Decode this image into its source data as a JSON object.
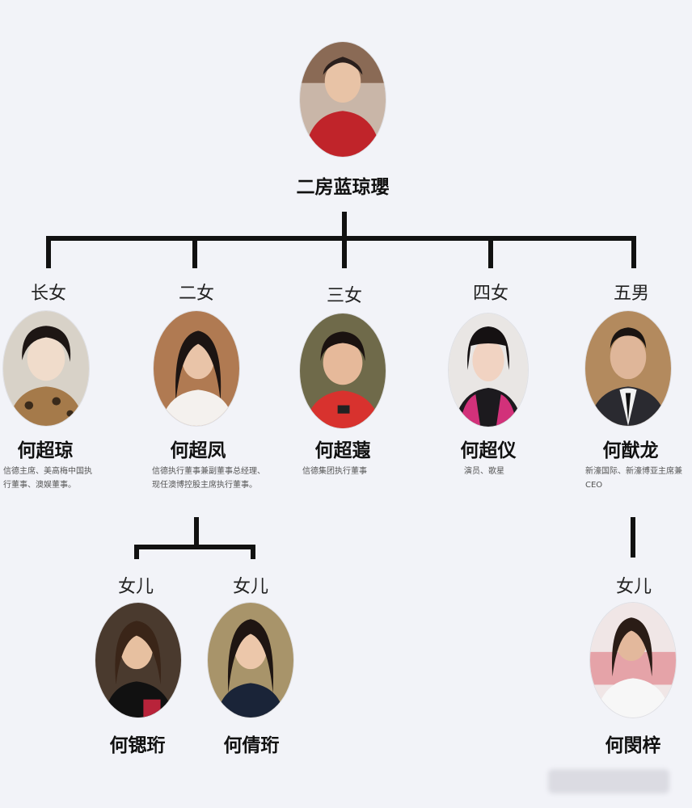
{
  "root": {
    "name": "二房蓝琼瓔"
  },
  "children": [
    {
      "relation": "长女",
      "name": "何超琼",
      "description": "信德主席、美高梅中国执行董事、澳娱董事。"
    },
    {
      "relation": "二女",
      "name": "何超凤",
      "description": "信德执行董事兼副董事总经理、现任澳博控股主席执行董事。"
    },
    {
      "relation": "三女",
      "name": "何超蕸",
      "description": "信德集团执行董事"
    },
    {
      "relation": "四女",
      "name": "何超仪",
      "description": "演员、歌星"
    },
    {
      "relation": "五男",
      "name": "何猷龙",
      "description": "新濠国际、新濠博亚主席兼CEO"
    }
  ],
  "grandchildren": [
    {
      "relation": "女儿",
      "name": "何锶珩"
    },
    {
      "relation": "女儿",
      "name": "何倩珩"
    },
    {
      "relation": "女儿",
      "name": "何閔梓"
    }
  ]
}
